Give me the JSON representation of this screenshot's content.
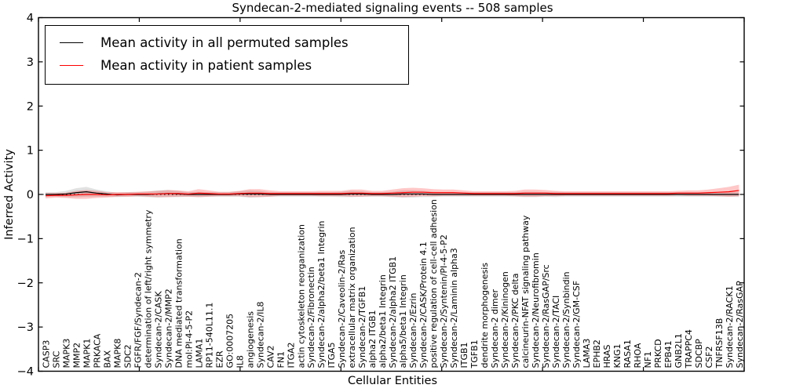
{
  "chart_data": {
    "type": "line",
    "title": "Syndecan-2-mediated signaling events -- 508 samples",
    "xlabel": "Cellular Entities",
    "ylabel": "Inferred Activity",
    "ylim": [
      -4,
      4
    ],
    "yticks": [
      4,
      3,
      2,
      1,
      0,
      -1,
      -2,
      -3,
      -4
    ],
    "ytick_labels": [
      "4",
      "3",
      "2",
      "1",
      "0",
      "−1",
      "−2",
      "−3",
      "−4"
    ],
    "x_range": [
      0,
      70
    ],
    "x_major_ticks": [
      0,
      10,
      20,
      30,
      40,
      50,
      60,
      70
    ],
    "grid": false,
    "legend_position": "upper left",
    "zero_line": "dotted",
    "categories": [
      "CASP3",
      "SRC",
      "MAPK3",
      "MMP2",
      "MAPK1",
      "PRKACA",
      "BAX",
      "MAPK8",
      "SDC2",
      "FGFR/FGF/Syndecan-2",
      "determination of left/right symmetry",
      "Syndecan-2/CASK",
      "Syndecan-2/MMP2",
      "DNA mediated transformation",
      "mol:PI-4-5-P2",
      "LAMA1",
      "RP11-540L11.1",
      "EZR",
      "GO:0007205",
      "IL8",
      "angiogenesis",
      "Syndecan-2/IL8",
      "CAV2",
      "FN1",
      "ITGA2",
      "actin cytoskeleton reorganization",
      "Syndecan-2/Fibronectin",
      "Syndecan-2/alpha2/beta1 Integrin",
      "ITGA5",
      "Syndecan-2/Caveolin-2/Ras",
      "extracellular matrix organization",
      "Syndecan-2/TGFB1",
      "alpha2 ITGB1",
      "alpha2/beta1 Integrin",
      "Syndecan-2/alpha2 ITGB1",
      "alpha5/beta1 Integrin",
      "Syndecan-2/Ezrin",
      "Syndecan-2/CASK/Protein 4.1",
      "positive regulation of cell-cell adhesion",
      "Syndecan-2/Syntenin/PI-4-5-P2",
      "Syndecan-2/Laminin alpha3",
      "ITGB1",
      "TGFB1",
      "dendrite morphogenesis",
      "Syndecan-2 dimer",
      "Syndecan-2/Kininogen",
      "Syndecan-2/PKC delta",
      "calcineurin-NFAT signaling pathway",
      "Syndecan-2/Neurofibromin",
      "Syndecan-2/RasGAP/Src",
      "Syndecan-2/TACI",
      "Syndecan-2/Synbindin",
      "Syndecan-2/GM-CSF",
      "LAMA3",
      "EPHB2",
      "HRAS",
      "KNG1",
      "RASA1",
      "RHOA",
      "NF1",
      "PRKCD",
      "EPB41",
      "GNB2L1",
      "TRAPPC4",
      "SDCBP",
      "CSF2",
      "TNFRSF13B",
      "Syndecan-2/RACK1",
      "Syndecan-2/RasGAP"
    ],
    "series": [
      {
        "name": "Mean activity in all permuted samples",
        "color": "#000000",
        "band_color": "rgba(90,90,90,0.18)",
        "values": [
          0.0,
          0.0,
          0.01,
          0.04,
          0.06,
          0.03,
          0.01,
          -0.01,
          0.0,
          0.0,
          0.0,
          0.01,
          0.02,
          0.01,
          0.0,
          0.0,
          0.0,
          0.0,
          0.0,
          0.01,
          0.01,
          0.01,
          0.0,
          0.0,
          0.0,
          0.0,
          0.0,
          0.0,
          0.0,
          0.0,
          0.01,
          0.01,
          0.0,
          0.0,
          0.0,
          0.01,
          0.01,
          0.01,
          0.0,
          0.0,
          0.0,
          0.0,
          0.0,
          0.0,
          0.0,
          0.0,
          0.0,
          0.0,
          0.0,
          0.0,
          0.0,
          0.0,
          0.0,
          0.0,
          0.0,
          0.0,
          0.0,
          0.0,
          0.0,
          0.0,
          0.0,
          0.0,
          0.0,
          0.0,
          0.0,
          0.0,
          0.0,
          0.0,
          0.0
        ],
        "band_halfwidth": [
          0.05,
          0.05,
          0.07,
          0.1,
          0.11,
          0.08,
          0.06,
          0.05,
          0.05,
          0.05,
          0.06,
          0.08,
          0.08,
          0.07,
          0.05,
          0.06,
          0.05,
          0.05,
          0.05,
          0.06,
          0.08,
          0.07,
          0.05,
          0.05,
          0.05,
          0.05,
          0.05,
          0.05,
          0.05,
          0.06,
          0.07,
          0.06,
          0.05,
          0.05,
          0.06,
          0.08,
          0.08,
          0.07,
          0.06,
          0.05,
          0.05,
          0.05,
          0.05,
          0.05,
          0.05,
          0.05,
          0.05,
          0.06,
          0.06,
          0.05,
          0.06,
          0.05,
          0.05,
          0.05,
          0.05,
          0.05,
          0.05,
          0.05,
          0.05,
          0.05,
          0.05,
          0.05,
          0.05,
          0.05,
          0.05,
          0.05,
          0.05,
          0.05,
          0.06
        ]
      },
      {
        "name": "Mean activity in patient samples",
        "color": "#ff0000",
        "band_color": "rgba(255,0,0,0.22)",
        "values": [
          -0.03,
          -0.02,
          -0.02,
          -0.01,
          0.0,
          0.0,
          -0.01,
          0.0,
          0.0,
          0.01,
          0.01,
          0.01,
          0.02,
          0.02,
          0.01,
          0.03,
          0.02,
          0.01,
          0.01,
          0.02,
          0.03,
          0.03,
          0.02,
          0.02,
          0.02,
          0.02,
          0.02,
          0.02,
          0.02,
          0.02,
          0.03,
          0.03,
          0.02,
          0.02,
          0.03,
          0.04,
          0.05,
          0.05,
          0.04,
          0.04,
          0.04,
          0.03,
          0.02,
          0.02,
          0.02,
          0.02,
          0.02,
          0.03,
          0.03,
          0.03,
          0.02,
          0.02,
          0.02,
          0.02,
          0.02,
          0.02,
          0.02,
          0.02,
          0.02,
          0.02,
          0.02,
          0.02,
          0.03,
          0.03,
          0.03,
          0.04,
          0.05,
          0.06,
          0.09
        ],
        "band_halfwidth": [
          0.06,
          0.05,
          0.06,
          0.09,
          0.1,
          0.08,
          0.06,
          0.05,
          0.05,
          0.05,
          0.06,
          0.07,
          0.08,
          0.07,
          0.06,
          0.09,
          0.07,
          0.05,
          0.05,
          0.06,
          0.09,
          0.09,
          0.07,
          0.05,
          0.05,
          0.05,
          0.05,
          0.06,
          0.06,
          0.06,
          0.08,
          0.08,
          0.06,
          0.06,
          0.08,
          0.1,
          0.1,
          0.09,
          0.08,
          0.07,
          0.07,
          0.06,
          0.05,
          0.05,
          0.05,
          0.05,
          0.06,
          0.08,
          0.08,
          0.07,
          0.06,
          0.05,
          0.05,
          0.05,
          0.05,
          0.05,
          0.05,
          0.05,
          0.05,
          0.05,
          0.05,
          0.05,
          0.05,
          0.06,
          0.06,
          0.07,
          0.09,
          0.11,
          0.13
        ]
      }
    ]
  }
}
